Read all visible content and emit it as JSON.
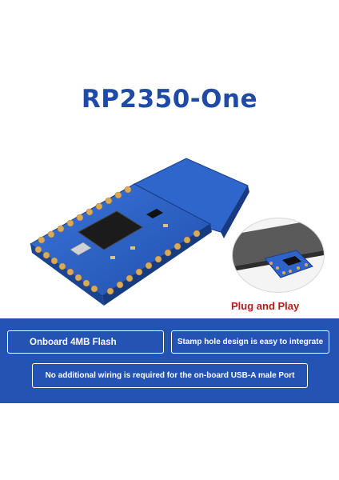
{
  "product": {
    "title": "RP2350-One"
  },
  "inset": {
    "caption": "Plug and Play"
  },
  "features": {
    "flash": "Onboard 4MB Flash",
    "stamp_hole": "Stamp hole design is easy to integrate",
    "usb": "No additional wiring is required for the on-board USB-A male Port"
  },
  "colors": {
    "title": "#1f4aa6",
    "band": "#2353b3",
    "board": "#2f63c9",
    "pads": "#d8a85a",
    "caption": "#b71c1c"
  }
}
